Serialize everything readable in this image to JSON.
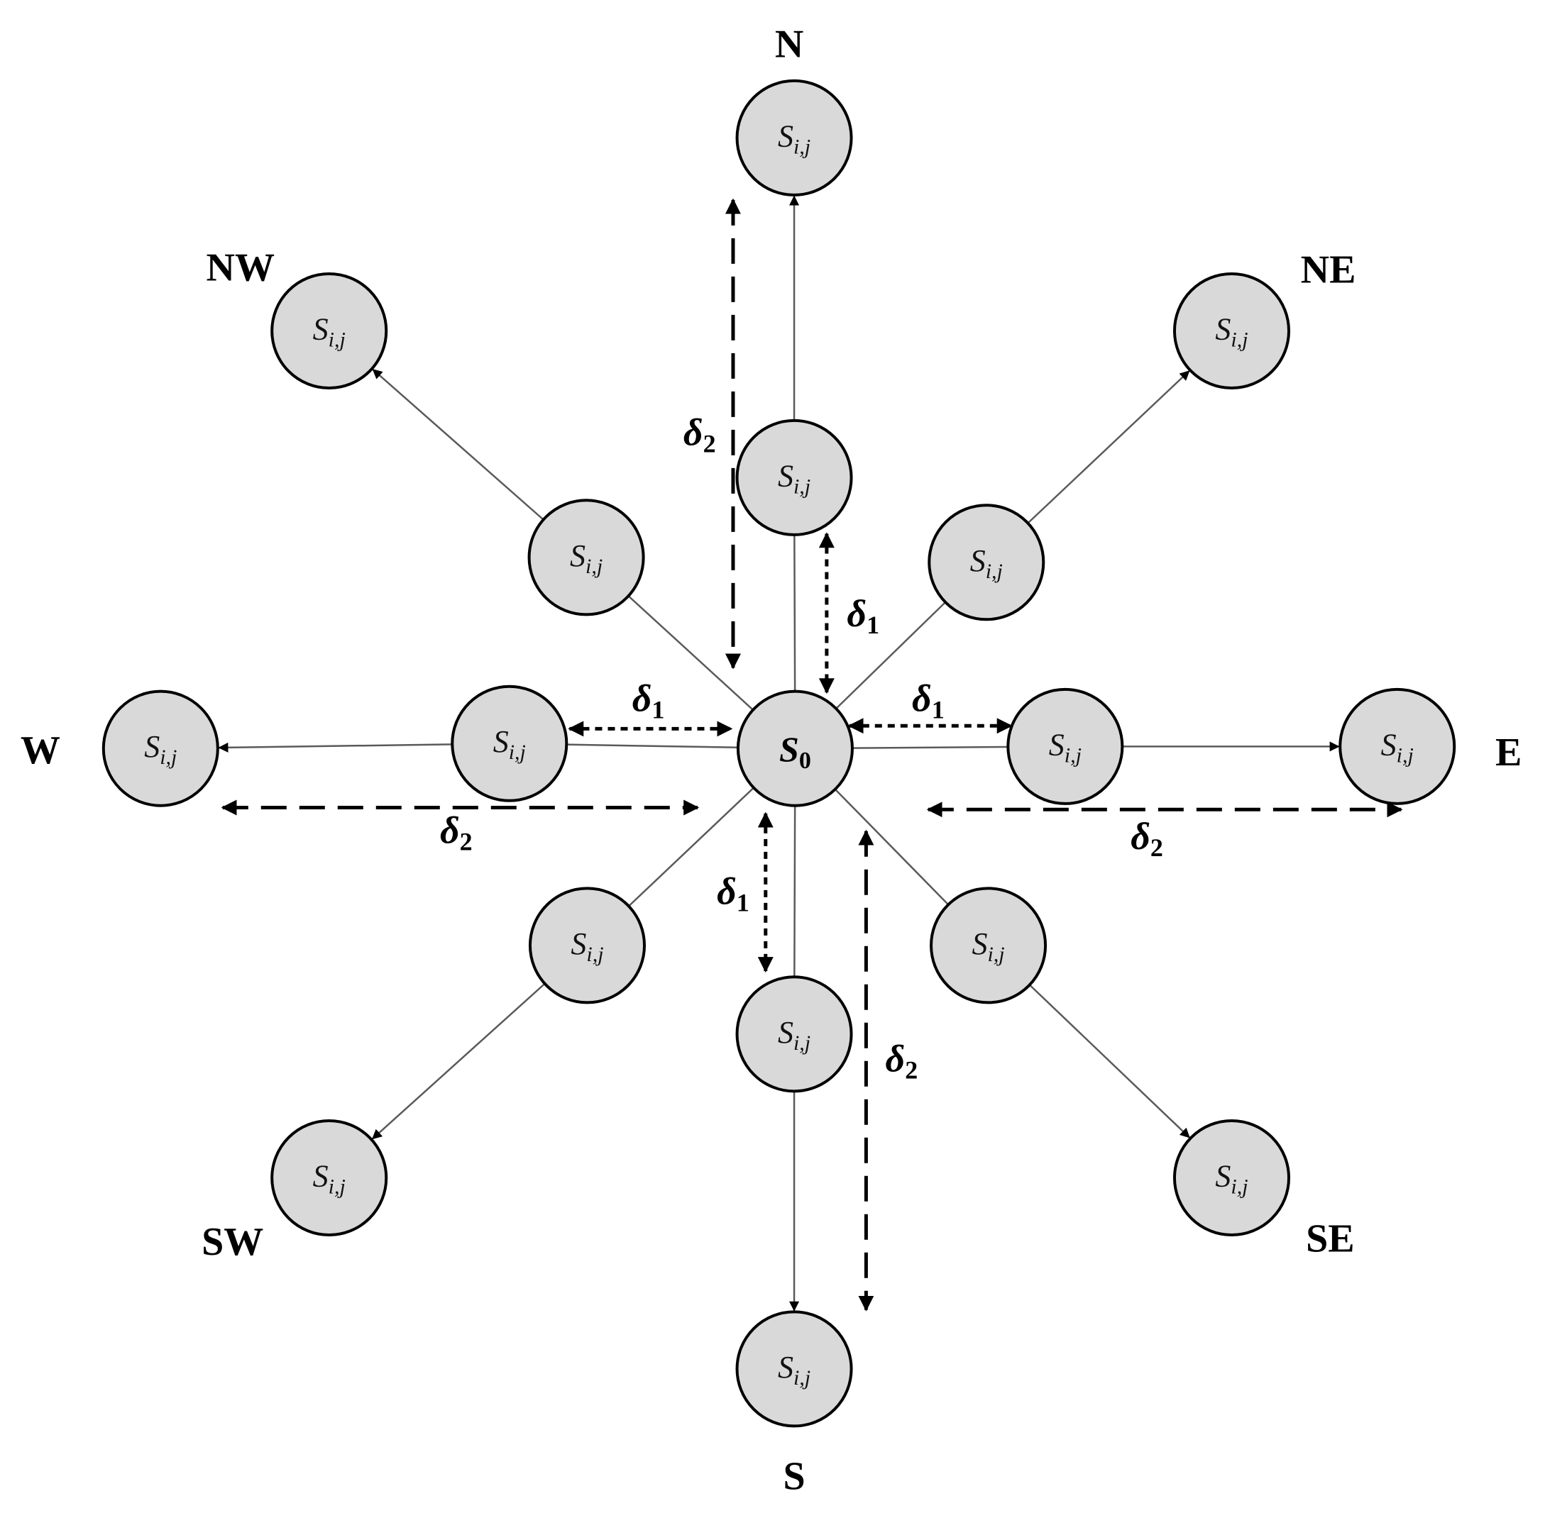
{
  "center": {
    "symbol": "S",
    "subscript": "0"
  },
  "node_label": {
    "symbol": "S",
    "subscript": "i,j"
  },
  "directions": {
    "N": "N",
    "NE": "NE",
    "E": "E",
    "SE": "SE",
    "S": "S",
    "SW": "SW",
    "W": "W",
    "NW": "NW"
  },
  "delta1": {
    "symbol": "δ",
    "subscript": "1"
  },
  "delta2": {
    "symbol": "δ",
    "subscript": "2"
  },
  "colors": {
    "node_fill": "#d9d9d9",
    "stroke": "#000000",
    "spoke": "#5a5a5a"
  }
}
